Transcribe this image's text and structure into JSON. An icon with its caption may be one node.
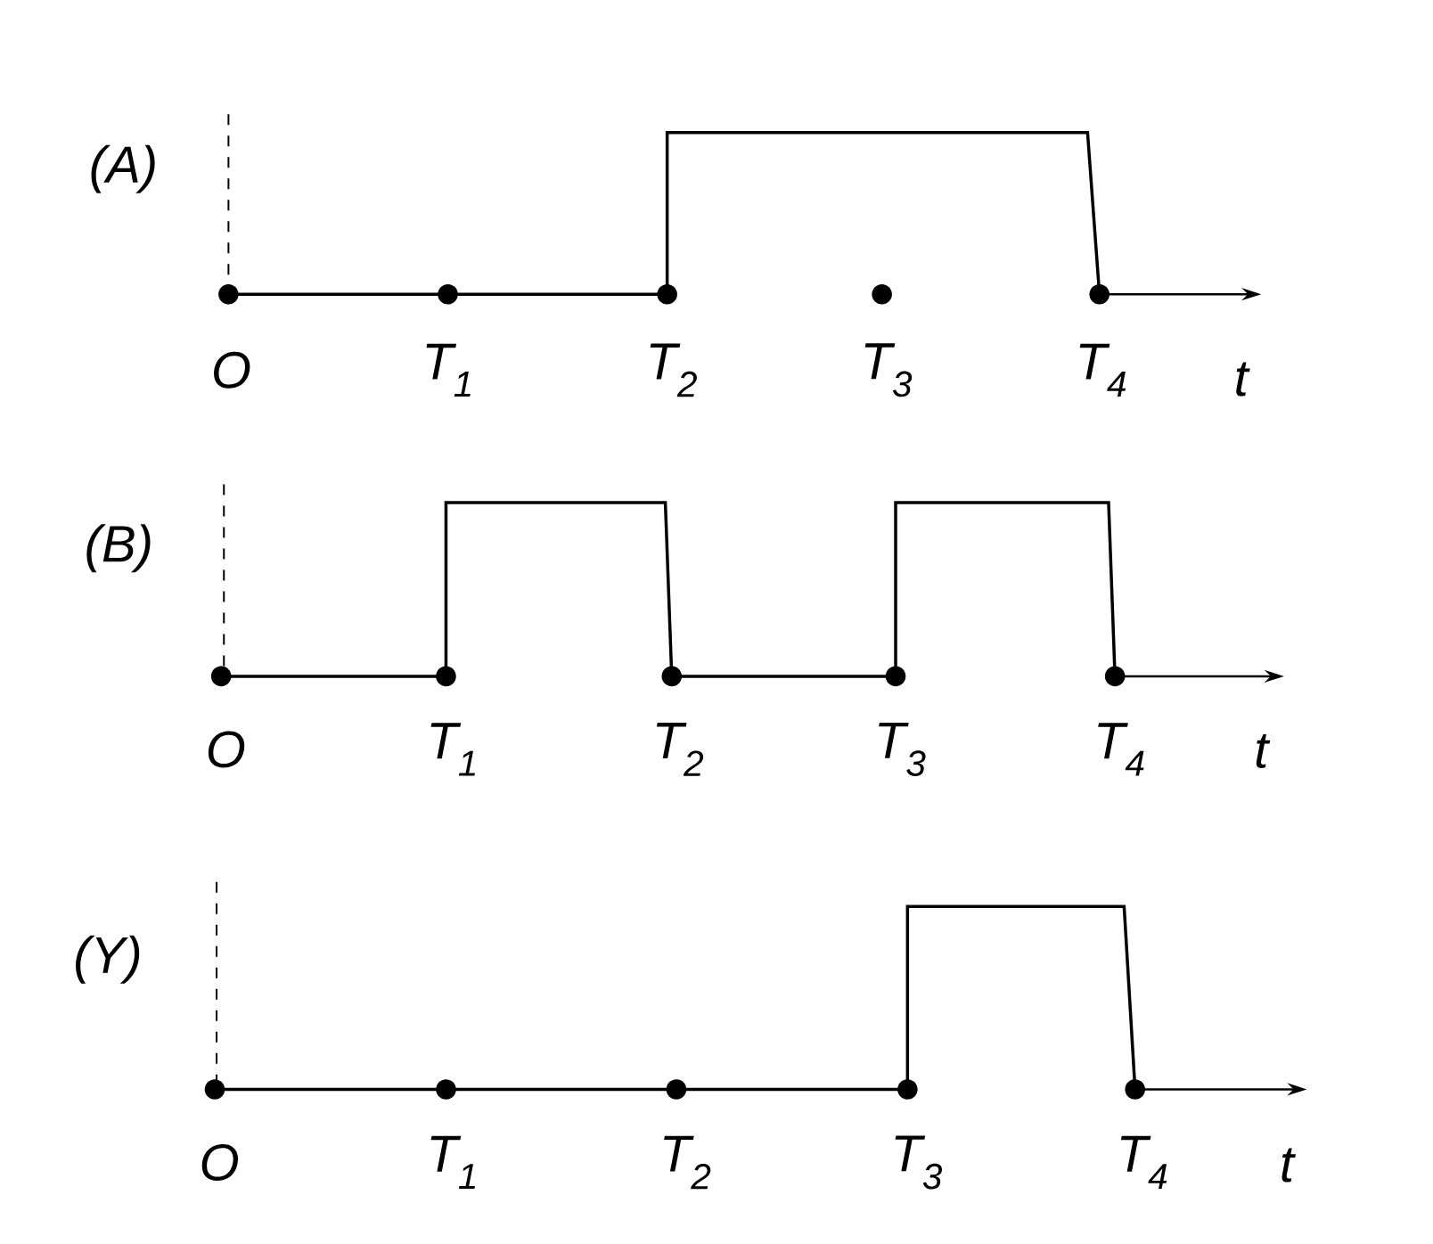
{
  "diagram": {
    "labels": [
      "(A)",
      "O",
      "T$_{1}$",
      "T$_{2}$",
      "T$_{3}$",
      "T$_{4}$",
      "t",
      "(B)",
      "O",
      "T$_{1}$",
      "T$_{2}$",
      "T$_{3}$",
      "T$_{4}$",
      "t",
      "(Y)",
      "O",
      "T$_{1}$",
      "T$_{2}$",
      "T$_{3}$",
      "T$_{4}$",
      "t"
    ]
  }
}
